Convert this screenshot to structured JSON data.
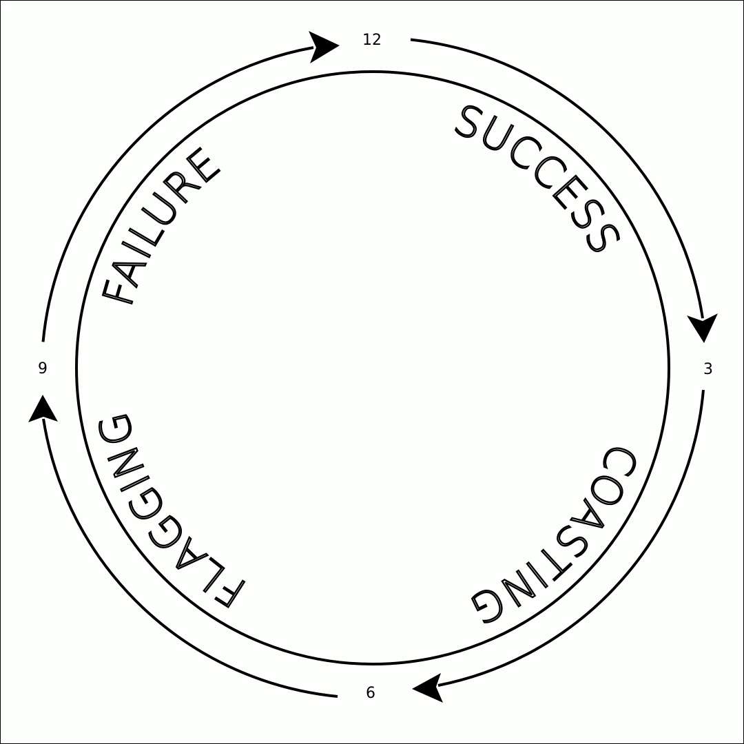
{
  "diagram": {
    "type": "cycle",
    "direction": "clockwise",
    "colors": {
      "stroke": "#000000",
      "background": "#fdfffd",
      "text": "#000000"
    },
    "clock_labels": [
      {
        "id": "12",
        "text": "12"
      },
      {
        "id": "3",
        "text": "3"
      },
      {
        "id": "6",
        "text": "6"
      },
      {
        "id": "9",
        "text": "9"
      }
    ],
    "phases": [
      {
        "id": "failure",
        "label": "FAILURE"
      },
      {
        "id": "success",
        "label": "SUCCESS"
      },
      {
        "id": "coasting",
        "label": "COASTING"
      },
      {
        "id": "flagging",
        "label": "FLAGGING"
      }
    ],
    "arrows": [
      {
        "from": "9",
        "to": "12"
      },
      {
        "from": "12",
        "to": "3"
      },
      {
        "from": "3",
        "to": "6"
      },
      {
        "from": "6",
        "to": "9"
      }
    ]
  }
}
